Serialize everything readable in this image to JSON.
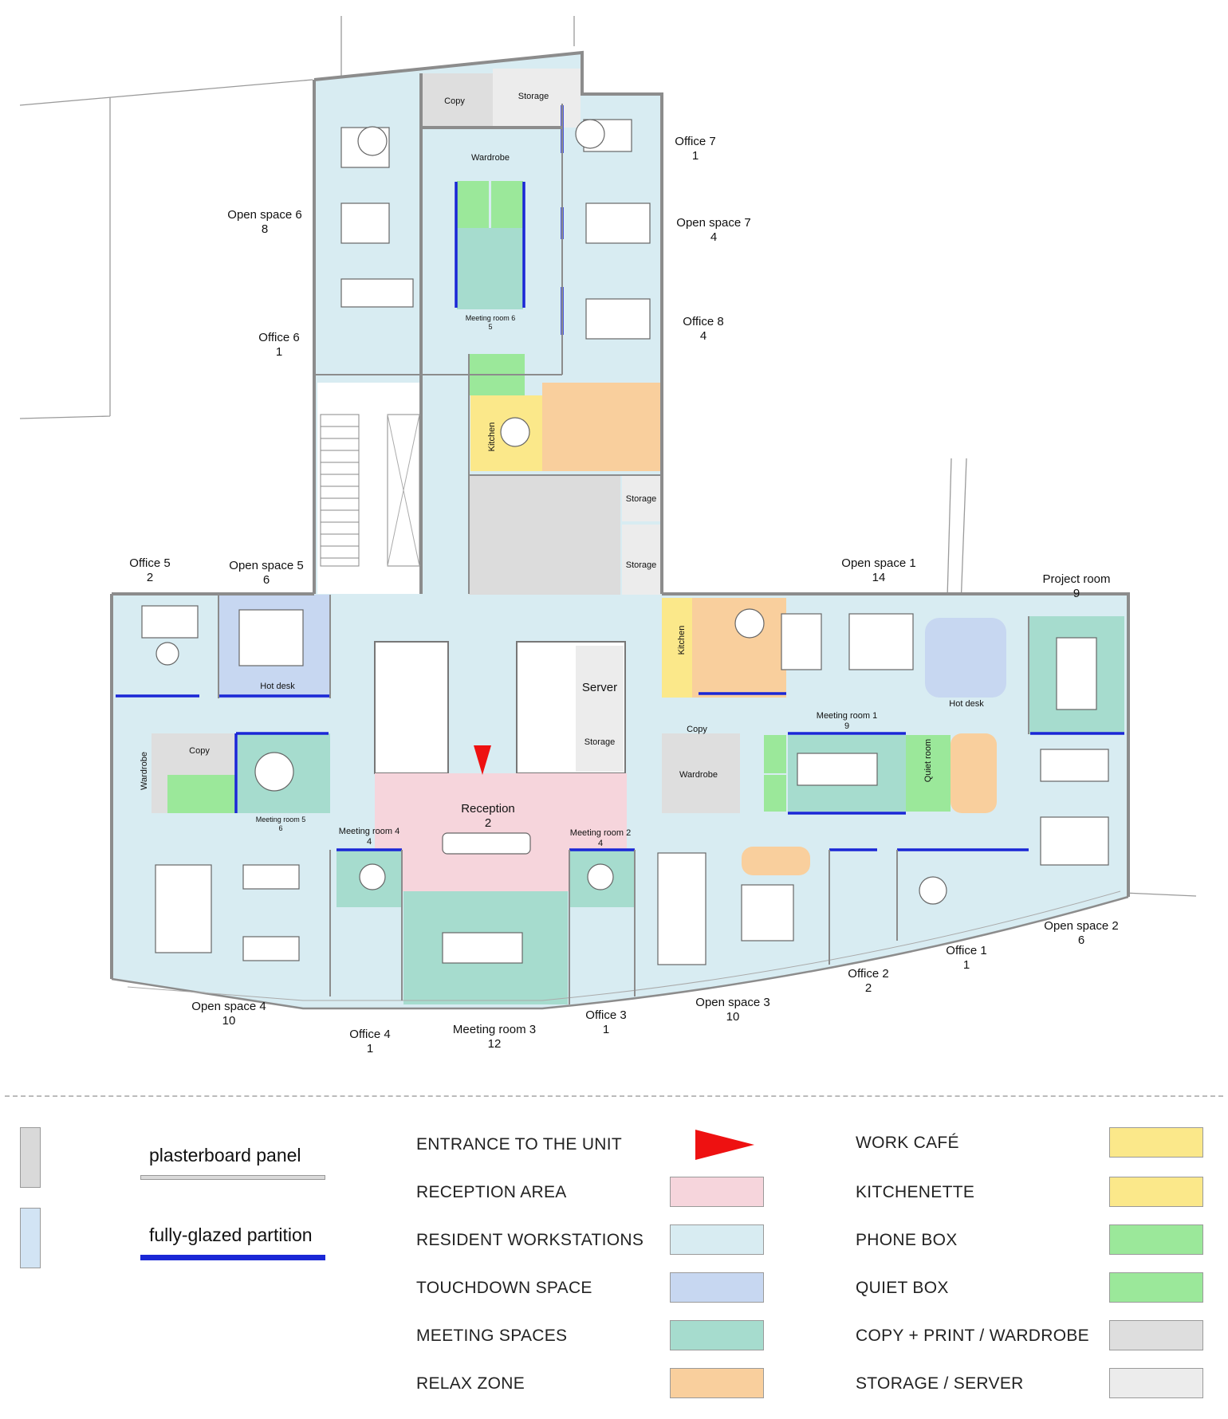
{
  "colors": {
    "reception": "#f6d5dc",
    "resident": "#d8ecf2",
    "touchdown": "#c7d7f1",
    "meeting": "#a6dcce",
    "relax": "#f9cf9d",
    "work_cafe": "#fbe88a",
    "kitchenette": "#fbe88a",
    "phone_box": "#9be89a",
    "quiet_box": "#9be89a",
    "copy": "#dedede",
    "storage": "#ececec",
    "glazed": "#1a27d6",
    "plaster": "#d9d9d9",
    "wall": "#8c8c8c",
    "entrance": "#ee1111"
  },
  "rooms": [
    {
      "name": "Open space 6",
      "count": "8"
    },
    {
      "name": "Office 6",
      "count": "1"
    },
    {
      "name": "Office 7",
      "count": "1"
    },
    {
      "name": "Open space 7",
      "count": "4"
    },
    {
      "name": "Office 8",
      "count": "4"
    },
    {
      "name": "Office 5",
      "count": "2"
    },
    {
      "name": "Open space 5",
      "count": "6"
    },
    {
      "name": "Open space 1",
      "count": "14"
    },
    {
      "name": "Project room",
      "count": "9"
    },
    {
      "name": "Meeting room 1",
      "count": "9"
    },
    {
      "name": "Reception",
      "count": "2"
    },
    {
      "name": "Meeting room 4",
      "count": "4"
    },
    {
      "name": "Meeting room 2",
      "count": "4"
    },
    {
      "name": "Meeting room 5",
      "count": "6"
    },
    {
      "name": "Meeting room 6",
      "count": "5"
    },
    {
      "name": "Open space 2",
      "count": "6"
    },
    {
      "name": "Office 1",
      "count": "1"
    },
    {
      "name": "Office 2",
      "count": "2"
    },
    {
      "name": "Open space 3",
      "count": "10"
    },
    {
      "name": "Office 3",
      "count": "1"
    },
    {
      "name": "Meeting room 3",
      "count": "12"
    },
    {
      "name": "Office 4",
      "count": "1"
    },
    {
      "name": "Open space 4",
      "count": "10"
    }
  ],
  "small_labels": {
    "copy_top": "Copy",
    "storage_top": "Storage",
    "wardrobe_top": "Wardrobe",
    "kitchen_top": "Kitchen",
    "storage_mid_a": "Storage",
    "storage_mid_b": "Storage",
    "kitchen_right": "Kitchen",
    "hot_desk_left": "Hot desk",
    "hot_desk_right": "Hot desk",
    "server": "Server",
    "storage_core": "Storage",
    "copy_left": "Copy",
    "wardrobe_left": "Wardrobe",
    "copy_right": "Copy",
    "wardrobe_right": "Wardrobe",
    "quiet_room": "Quiet room"
  },
  "materials": {
    "plasterboard": "plasterboard panel",
    "glazed": "fully-glazed partition"
  },
  "legend": {
    "left": [
      {
        "label": "ENTRANCE TO THE UNIT",
        "key": "entrance"
      },
      {
        "label": "RECEPTION AREA",
        "key": "reception"
      },
      {
        "label": "RESIDENT WORKSTATIONS",
        "key": "resident"
      },
      {
        "label": "TOUCHDOWN SPACE",
        "key": "touchdown"
      },
      {
        "label": "MEETING SPACES",
        "key": "meeting"
      },
      {
        "label": "RELAX ZONE",
        "key": "relax"
      }
    ],
    "right": [
      {
        "label": "WORK CAFÉ",
        "key": "work_cafe"
      },
      {
        "label": "KITCHENETTE",
        "key": "kitchenette"
      },
      {
        "label": "PHONE BOX",
        "key": "phone_box"
      },
      {
        "label": "QUIET BOX",
        "key": "quiet_box"
      },
      {
        "label": "COPY + PRINT / WARDROBE",
        "key": "copy"
      },
      {
        "label": "STORAGE / SERVER",
        "key": "storage"
      }
    ]
  }
}
